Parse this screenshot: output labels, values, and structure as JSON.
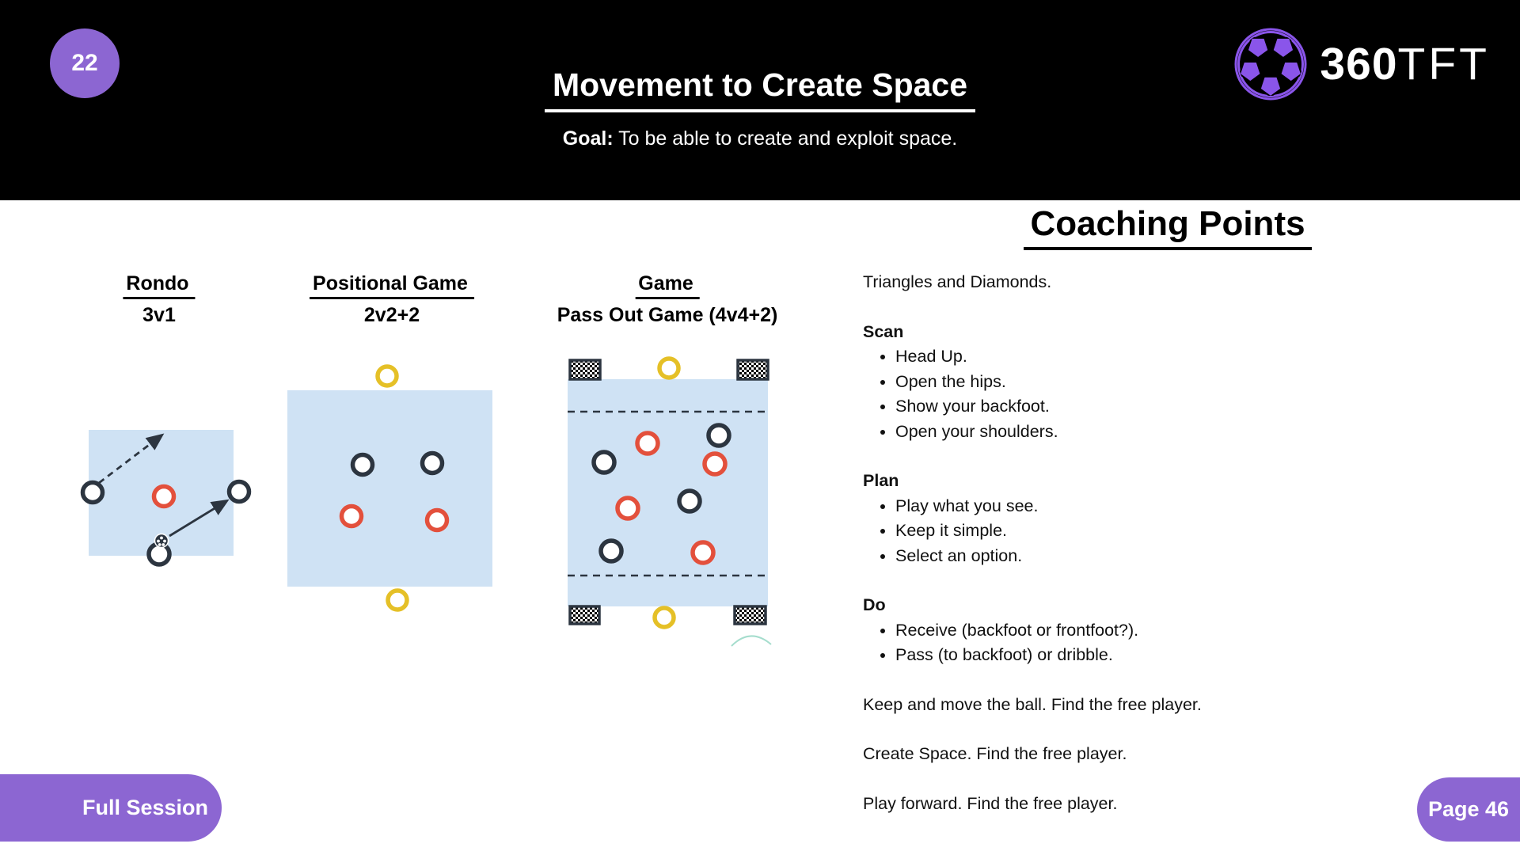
{
  "page": {
    "number_badge": "22",
    "title": "Movement to Create Space",
    "goal_label": "Goal:",
    "goal_text": " To be able to create and exploit space.",
    "footer_left": "Full Session",
    "footer_right": "Page 46"
  },
  "logo": {
    "number": "360",
    "suffix": "TFT",
    "icon": "soccer-ball-icon"
  },
  "drills": [
    {
      "name": "Rondo",
      "format": "3v1",
      "diagram": {
        "dark_players": 3,
        "red_players": 1,
        "balls": 1,
        "movement_arrows": 2
      }
    },
    {
      "name": "Positional Game",
      "format": "2v2+2",
      "diagram": {
        "dark_players": 2,
        "red_players": 2,
        "neutral_players": 2
      }
    },
    {
      "name": "Game",
      "format": "Pass Out Game (4v4+2)",
      "diagram": {
        "dark_players": 4,
        "red_players": 4,
        "neutral_players": 2,
        "goals": 4,
        "zone_lines": 2
      }
    }
  ],
  "coaching_points": {
    "heading": "Coaching Points",
    "intro": "Triangles and Diamonds.",
    "sections": [
      {
        "title": "Scan",
        "bullets": [
          "Head Up.",
          "Open the hips.",
          "Show your backfoot.",
          "Open your shoulders."
        ]
      },
      {
        "title": "Plan",
        "bullets": [
          "Play what you see.",
          "Keep it simple.",
          "Select an option."
        ]
      },
      {
        "title": "Do",
        "bullets": [
          "Receive (backfoot or frontfoot?).",
          "Pass (to backfoot) or dribble."
        ]
      }
    ],
    "closing": [
      "Keep and move the ball. Find the free player.",
      "Create Space. Find the free player.",
      "Play forward. Find the free player."
    ]
  },
  "colors": {
    "accent_purple": "#8C66D2",
    "logo_purple": "#8A55EA",
    "header_black": "#000000",
    "field_blue": "#CFE2F4",
    "team_dark": "#2C3540",
    "team_red": "#E3503C",
    "neutral_yellow": "#E5C027",
    "text_dark": "#1A1A1A"
  }
}
